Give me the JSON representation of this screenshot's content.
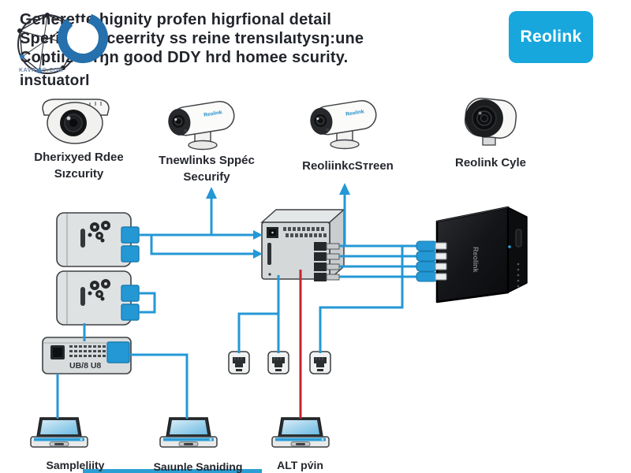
{
  "header": {
    "heading_lines": [
      "Generette hignity profen higrfional detail",
      "Speristė i oceerrity ss reine trensılaıtysŋ:une",
      "Coptiize rrŋn good DDY hrd homee scurity.",
      "instuatorl"
    ],
    "watermark": "KAVRIXO.COM",
    "brand_badge": "Reolink"
  },
  "cameras": [
    {
      "label1": "Dherixyed Rdee",
      "label2": "Sızcurity"
    },
    {
      "label1": "Tnewlinks Sppéc",
      "label2": "Securify",
      "body_text": "Reolink"
    },
    {
      "label1": "ReoliinkcSтreen",
      "body_text": "Reolink"
    },
    {
      "label1": "Reolink Cyle"
    }
  ],
  "devices": {
    "usb_hub_label": "UB/8 U8",
    "nvr_side_text": "Reolink"
  },
  "laptops": [
    {
      "label": "Sampleliity"
    },
    {
      "label": "Saıunle Saniding"
    },
    {
      "label": "ALT pv́in"
    }
  ],
  "colors": {
    "cable_blue": "#2498d5",
    "cable_red": "#c1272d",
    "badge_blue": "#18a7dd",
    "bottom_bar_blue": "#2a9fd4"
  }
}
